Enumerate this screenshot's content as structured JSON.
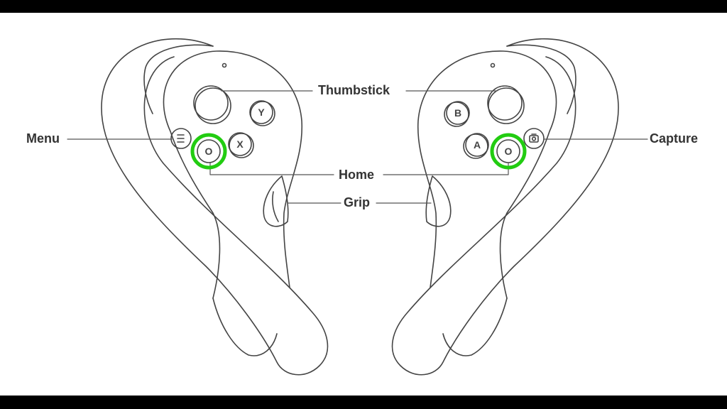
{
  "labels": {
    "thumbstick": "Thumbstick",
    "menu": "Menu",
    "capture": "Capture",
    "home": "Home",
    "grip": "Grip"
  },
  "buttons": {
    "left": {
      "y": "Y",
      "x": "X",
      "home": "O"
    },
    "right": {
      "b": "B",
      "a": "A",
      "home": "O"
    }
  },
  "colors": {
    "highlight": "#22cc11",
    "stroke": "#444444"
  }
}
